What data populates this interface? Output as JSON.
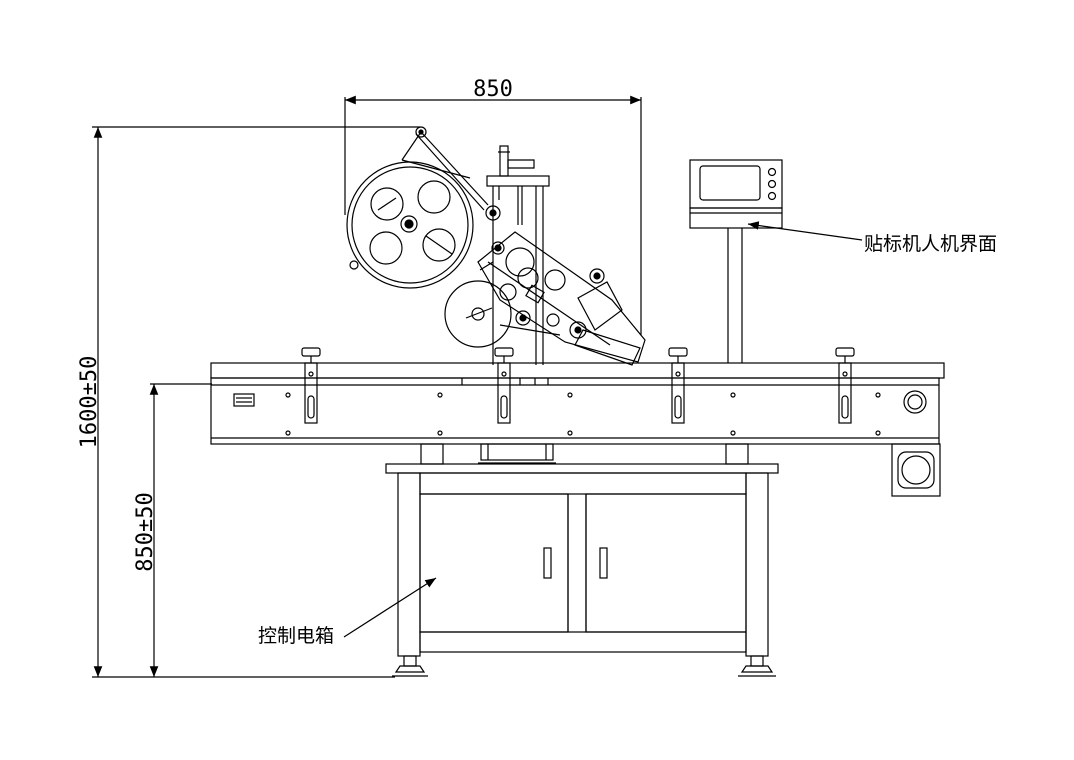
{
  "dimensions": {
    "width_label": "850",
    "total_height_label": "1600±50",
    "table_height_label": "850±50"
  },
  "callouts": {
    "hmi_label": "贴标机人机界面",
    "control_box_label": "控制电箱"
  },
  "colors": {
    "line": "#000000",
    "background": "#ffffff"
  },
  "icons": {
    "arrow": "arrow-icon"
  }
}
